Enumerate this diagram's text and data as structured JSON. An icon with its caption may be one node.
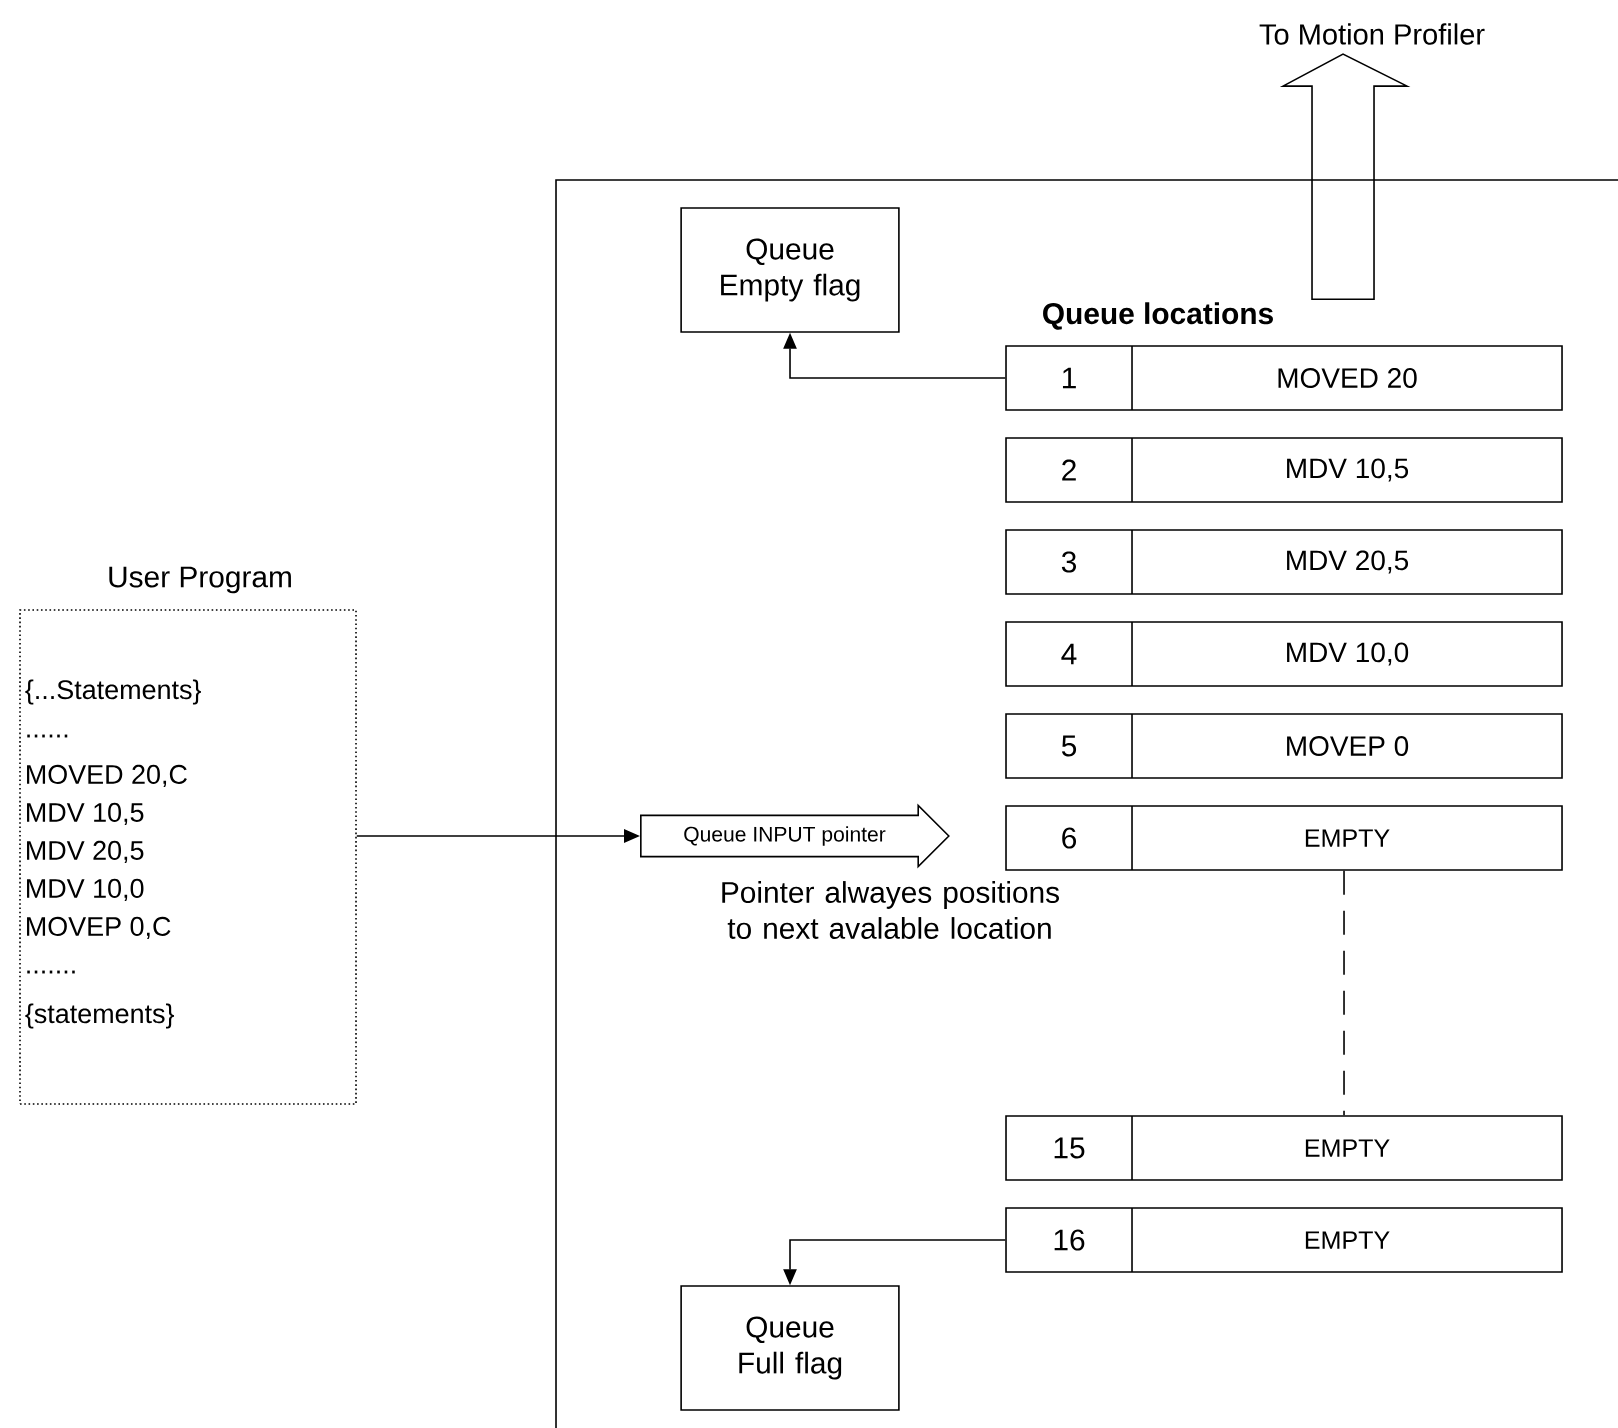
{
  "diagram": {
    "nodes": [
      {
        "text": [
          "User Program",
          "{...Statements}",
          "......",
          "MOVED 20,C",
          "MDV 10,5",
          "MDV 20,5",
          "MDV 10,0",
          "MOVEP 0,C",
          ".......",
          "{statements}"
        ]
      },
      {
        "text": [
          "Queue Empty flag"
        ]
      },
      {
        "text": [
          "1",
          "MOVED 20"
        ]
      },
      {
        "text": [
          "2",
          "MDV 10,5"
        ]
      },
      {
        "text": [
          "3",
          "MDV 20,5"
        ]
      },
      {
        "text": [
          "4",
          "MDV 10,0"
        ]
      },
      {
        "text": [
          "5",
          "MOVEP 0"
        ]
      },
      {
        "text": [
          "6",
          "EMPTY"
        ]
      },
      {
        "text": [
          "15",
          "EMPTY"
        ]
      },
      {
        "text": [
          "16",
          "EMPTY"
        ]
      },
      {
        "text": [
          "Queue Full flag"
        ]
      },
      {
        "text": [
          "Queue INPUT pointer"
        ],
        "beside": [
          "Pointer alwayes positions to next avalable location"
        ]
      },
      {
        "text": [
          "To Motion Profiler"
        ]
      }
    ],
    "edges": [
      {
        "from": 0,
        "to": 11,
        "arrow": "to"
      },
      {
        "from": 2,
        "to": 1,
        "arrow": "to"
      },
      {
        "from": 7,
        "to": 8,
        "arrow": "none",
        "style": "dashed"
      },
      {
        "from": 9,
        "to": 10,
        "arrow": "to"
      },
      {
        "from": 2,
        "to": 12,
        "arrow": "to"
      }
    ],
    "labels": [
      "Queue locations"
    ]
  }
}
